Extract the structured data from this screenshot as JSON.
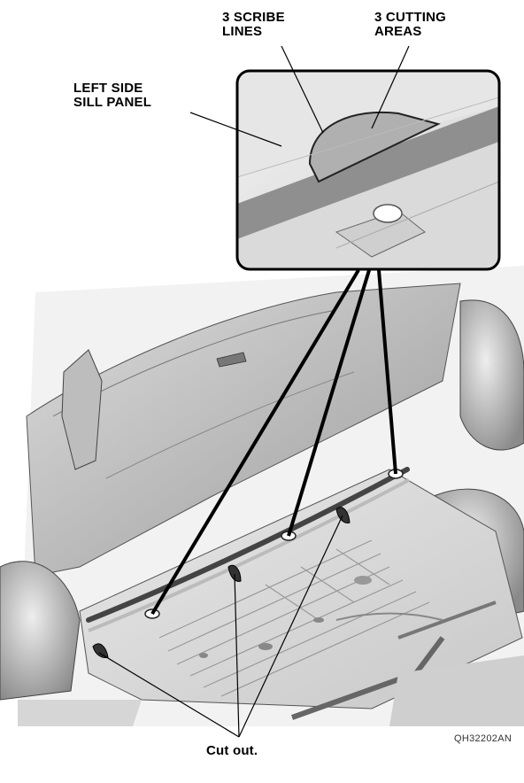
{
  "labels": {
    "scribe_line1": "3 SCRIBE",
    "scribe_line2": "LINES",
    "cutting_line1": "3 CUTTING",
    "cutting_line2": "AREAS",
    "sill_line1": "LEFT SIDE",
    "sill_line2": "SILL PANEL",
    "cut_out": "Cut out."
  },
  "figure_id": "QH32202AN"
}
